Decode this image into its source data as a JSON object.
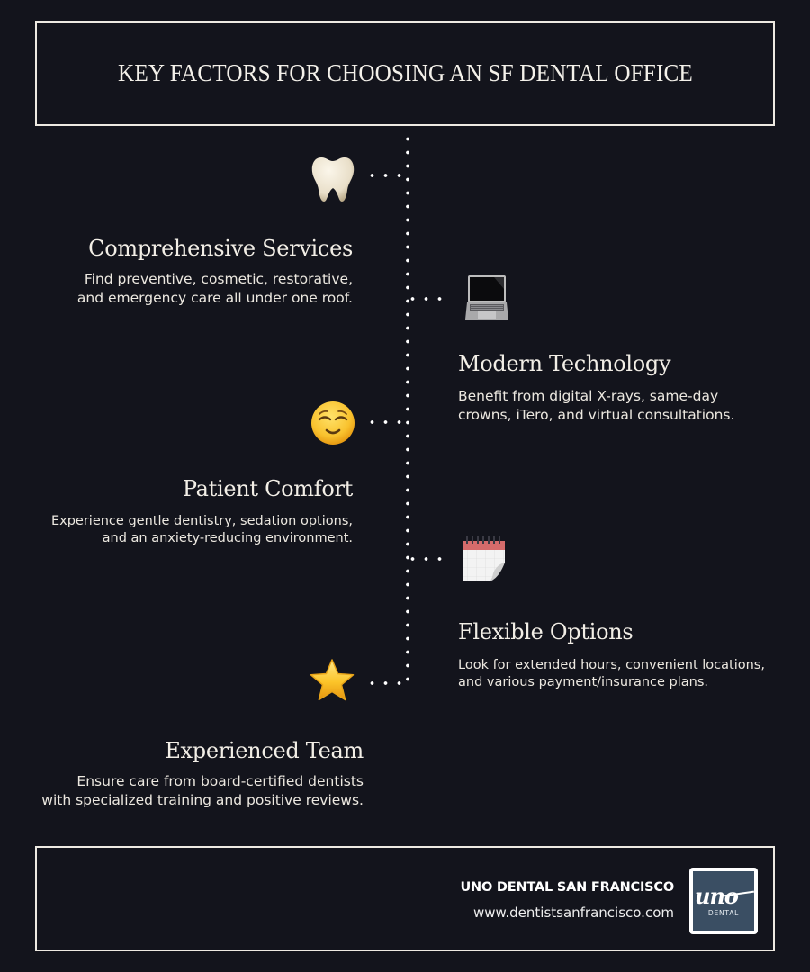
{
  "header": {
    "title": "KEY FACTORS FOR CHOOSING AN SF DENTAL OFFICE"
  },
  "factors": [
    {
      "icon": "tooth-icon",
      "icon_glyph": "🦷",
      "title": "Comprehensive Services",
      "lines": [
        "Find preventive, cosmetic, restorative,",
        "and emergency care all under one roof."
      ]
    },
    {
      "icon": "laptop-icon",
      "icon_glyph": "💻",
      "title": "Modern Technology",
      "lines": [
        "Benefit from digital X-rays, same-day",
        "crowns, iTero, and virtual consultations."
      ]
    },
    {
      "icon": "relieved-face-icon",
      "icon_glyph": "😌",
      "title": "Patient Comfort",
      "lines": [
        "Experience gentle dentistry, sedation options,",
        "and an anxiety-reducing environment."
      ]
    },
    {
      "icon": "calendar-icon",
      "icon_glyph": "🗓",
      "title": "Flexible Options",
      "lines": [
        "Look for extended hours, convenient locations,",
        "and various payment/insurance plans."
      ]
    },
    {
      "icon": "star-icon",
      "icon_glyph": "⭐",
      "title": "Experienced Team",
      "lines": [
        "Ensure care from board-certified dentists",
        "with specialized training and positive reviews."
      ]
    }
  ],
  "footer": {
    "brand_name": "UNO DENTAL SAN FRANCISCO",
    "url": "www.dentistsanfrancisco.com",
    "logo_script": "uno",
    "logo_sub": "DENTAL"
  },
  "colors": {
    "background": "#13141c",
    "text": "#f2eee6",
    "border": "#eeeae2",
    "logo_bg": "#3a4e63"
  }
}
